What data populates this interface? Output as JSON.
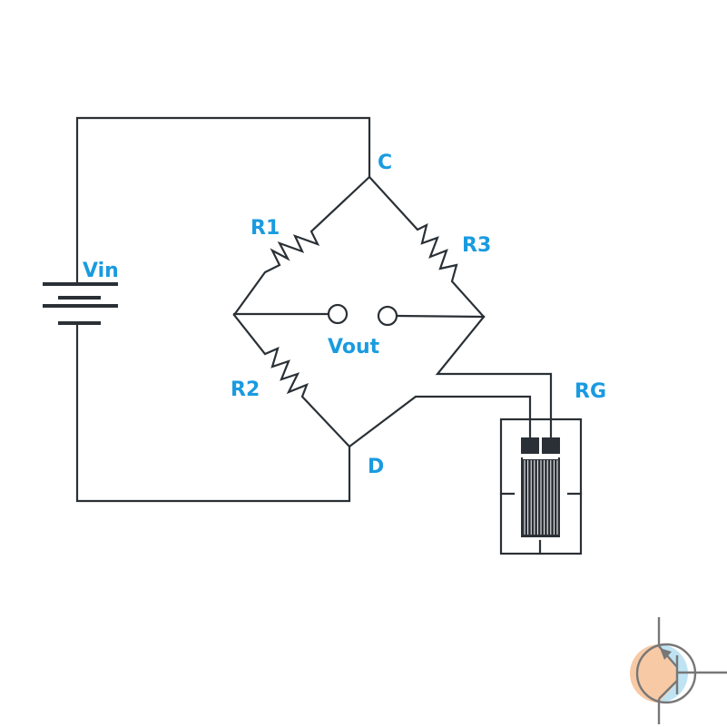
{
  "diagram": {
    "title": "Wheatstone bridge with strain gauge",
    "labels": {
      "vin": "Vin",
      "c": "C",
      "d": "D",
      "r1": "R1",
      "r2": "R2",
      "r3": "R3",
      "vout": "Vout",
      "rg": "RG"
    },
    "colors": {
      "wire": "#2a3035",
      "label": "#1a9be0",
      "logo_left": "#f7c9a5",
      "logo_right": "#bfe3f3",
      "logo_stroke": "#777777"
    },
    "components": [
      {
        "id": "battery",
        "name": "Vin"
      },
      {
        "id": "resistor-1",
        "name": "R1"
      },
      {
        "id": "resistor-2",
        "name": "R2"
      },
      {
        "id": "resistor-3",
        "name": "R3"
      },
      {
        "id": "strain-gauge",
        "name": "RG"
      },
      {
        "id": "output-terminals",
        "name": "Vout"
      }
    ]
  }
}
